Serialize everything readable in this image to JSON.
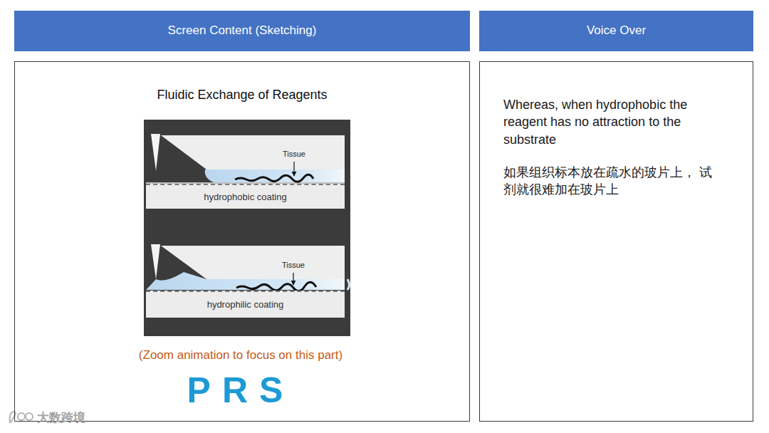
{
  "diagram": {
    "nodes": [
      {
        "text": [
          "Screen Content (Sketching)"
        ]
      },
      {
        "text": [
          "Voice Over"
        ]
      },
      {
        "text": [
          "Fluidic Exchange of Reagents"
        ]
      },
      {
        "text": [
          "hydrophobic coating"
        ],
        "in": 2
      },
      {
        "text": [
          "hydrophilic coating"
        ],
        "in": 2
      },
      {
        "text": [
          "Whereas, when hydrophobic the reagent has no attraction to the substrate",
          "如果组织标本放在疏水的玻片上， 试剂就很难加在玻片上"
        ]
      }
    ],
    "labels": [
      "Tissue",
      "Tissue",
      "(Zoom animation to focus on this part)",
      "PRS",
      "大数跨境"
    ]
  }
}
